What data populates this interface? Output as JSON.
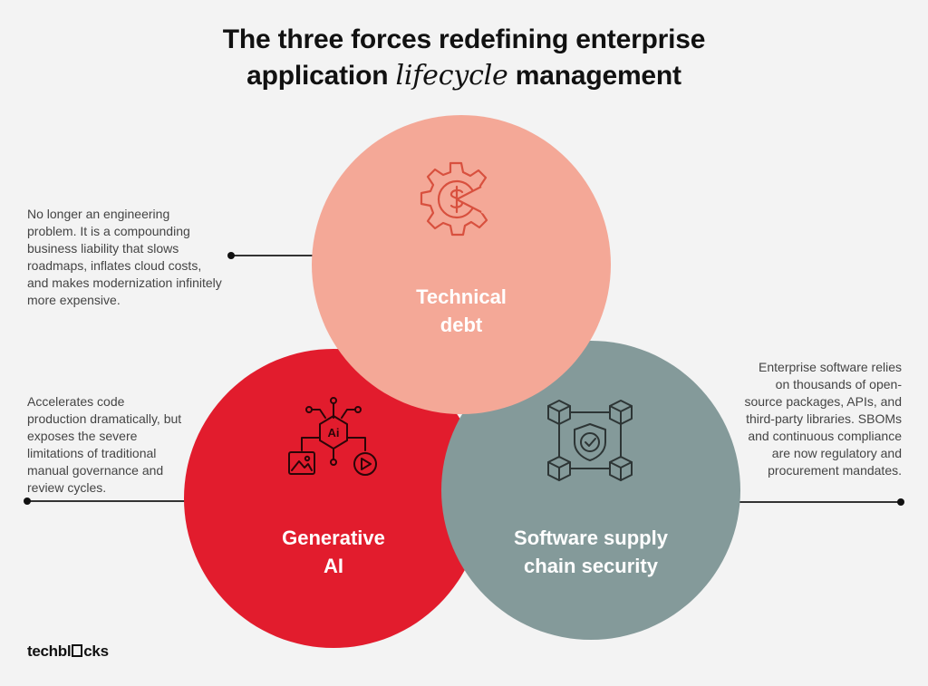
{
  "title": {
    "line1": "The three forces redefining enterprise",
    "line2_before": "application ",
    "line2_italic": "lifecycle",
    "line2_after": " management"
  },
  "forces": [
    {
      "name_line1": "Technical",
      "name_line2": "debt",
      "color": "#f4a897",
      "icon": "gear-dollar-icon",
      "description": "No longer an engineering problem. It is a compounding business liability that slows roadmaps, inflates cloud costs, and makes modernization infinitely more expensive."
    },
    {
      "name_line1": "Generative",
      "name_line2": "AI",
      "color": "#e21c2d",
      "icon": "ai-network-icon",
      "icon_text": "Ai",
      "description": "Accelerates code production dramatically, but exposes the severe limitations of traditional manual governance and review cycles."
    },
    {
      "name_line1": "Software supply",
      "name_line2": "chain security",
      "color": "#849a9a",
      "icon": "shield-network-icon",
      "description": "Enterprise software relies on thousands of open-source packages, APIs, and third-party libraries. SBOMs and continuous compliance are now regulatory and procurement mandates."
    }
  ],
  "logo": {
    "part1": "techbl",
    "part2": "cks"
  }
}
